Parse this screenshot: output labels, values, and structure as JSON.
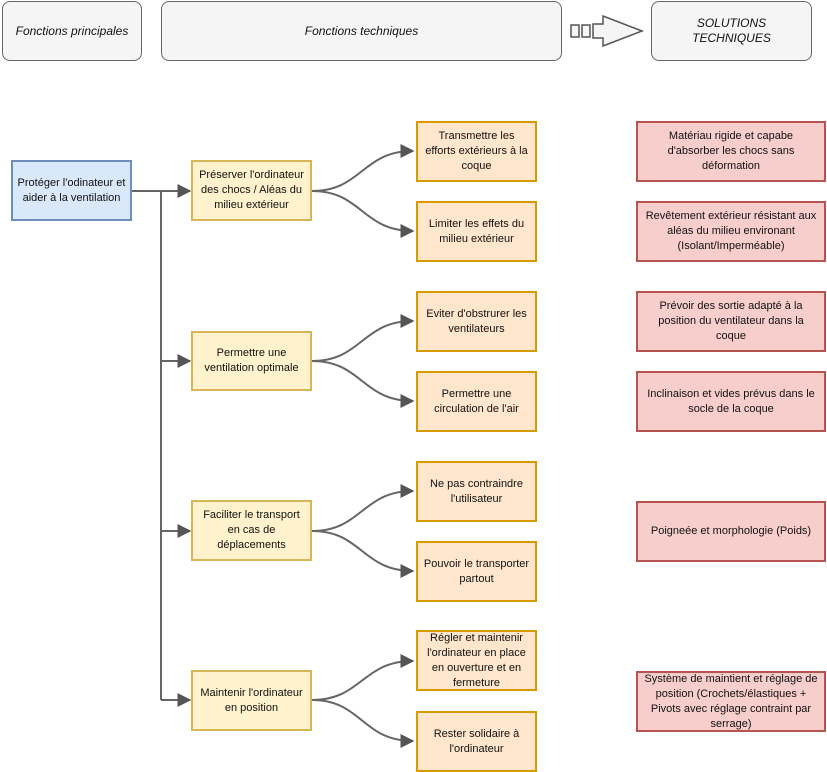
{
  "headers": {
    "fp": "Fonctions principales",
    "ft": "Fonctions techniques",
    "st": "SOLUTIONS TECHNIQUES"
  },
  "main_function": "Protéger l'odinateur et aider à la ventilation",
  "functions": [
    {
      "label": "Préserver l'ordinateur des chocs / Aléas du milieu extérieur",
      "sub": [
        "Transmettre les efforts extérieurs à la coque",
        "Limiter les effets du milieu extérieur"
      ]
    },
    {
      "label": "Permettre une ventilation optimale",
      "sub": [
        "Eviter d'obstrurer les ventilateurs",
        "Permettre une circulation de l'air"
      ]
    },
    {
      "label": "Faciliter le transport en cas de déplacements",
      "sub": [
        "Ne pas contraindre l'utilisateur",
        "Pouvoir le transporter partout"
      ]
    },
    {
      "label": "Maintenir l'ordinateur en position",
      "sub": [
        "Régler et maintenir l'ordinateur en place en ouverture et en fermeture",
        "Rester solidaire à l'ordinateur"
      ]
    }
  ],
  "solutions": [
    "Matériau rigide et capabe d'absorber les chocs sans déformation",
    "Revêtement extérieur résistant aux aléas du milieu environant (Isolant/Imperméable)",
    "Prévoir des sortie adapté à la position du ventilateur dans la coque",
    "Inclinaison et vides prévus dans le socle de la coque",
    "Poigneée et morphologie (Poids)",
    "Système de maintient et réglage de position (Crochets/élastiques + Pivots avec réglage contraint par serrage)"
  ]
}
